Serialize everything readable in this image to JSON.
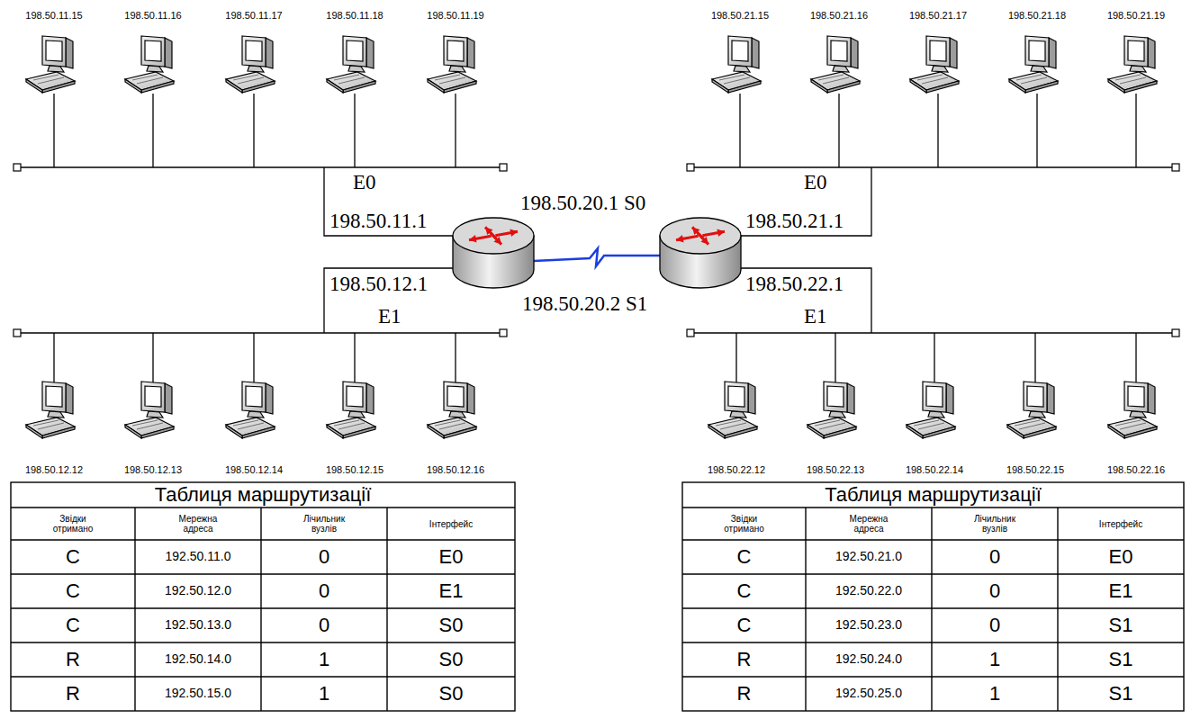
{
  "diagram": {
    "nodes": [
      {
        "text": [
          "198.50.11.15"
        ]
      },
      {
        "text": [
          "198.50.11.16"
        ]
      },
      {
        "text": [
          "198.50.11.17"
        ]
      },
      {
        "text": [
          "198.50.11.18"
        ]
      },
      {
        "text": [
          "198.50.11.19"
        ]
      },
      {
        "text": [
          "198.50.21.15"
        ]
      },
      {
        "text": [
          "198.50.21.16"
        ]
      },
      {
        "text": [
          "198.50.21.17"
        ]
      },
      {
        "text": [
          "198.50.21.18"
        ]
      },
      {
        "text": [
          "198.50.21.19"
        ]
      },
      {
        "text": [
          "198.50.12.12"
        ]
      },
      {
        "text": [
          "198.50.12.13"
        ]
      },
      {
        "text": [
          "198.50.12.14"
        ]
      },
      {
        "text": [
          "198.50.12.15"
        ]
      },
      {
        "text": [
          "198.50.12.16"
        ]
      },
      {
        "text": [
          "198.50.22.12"
        ]
      },
      {
        "text": [
          "198.50.22.13"
        ]
      },
      {
        "text": [
          "198.50.22.14"
        ]
      },
      {
        "text": [
          "198.50.22.15"
        ]
      },
      {
        "text": [
          "198.50.22.16"
        ]
      }
    ],
    "labels": [
      "E0",
      "198.50.11.1",
      "198.50.20.1 S0",
      "E0",
      "198.50.21.1",
      "198.50.12.1",
      "198.50.20.2 S1",
      "198.50.22.1",
      "E1",
      "E1",
      "Таблиця маршрутизації",
      "Звідки отримано",
      "Мережна адреса",
      "Лічильник вузлів",
      "Інтерфейс",
      "C",
      "192.50.11.0",
      "0",
      "E0",
      "C",
      "192.50.12.0",
      "0",
      "E1",
      "C",
      "192.50.13.0",
      "0",
      "S0",
      "R",
      "192.50.14.0",
      "1",
      "S0",
      "R",
      "192.50.15.0",
      "1",
      "S0",
      "Таблиця маршрутизації",
      "Звідки отримано",
      "Мережна адреса",
      "Лічильник вузлів",
      "Інтерфейс",
      "C",
      "192.50.21.0",
      "0",
      "E0",
      "C",
      "192.50.22.0",
      "0",
      "E1",
      "C",
      "192.50.23.0",
      "0",
      "S1",
      "R",
      "192.50.24.0",
      "1",
      "S1",
      "R",
      "192.50.25.0",
      "1",
      "S1"
    ]
  }
}
